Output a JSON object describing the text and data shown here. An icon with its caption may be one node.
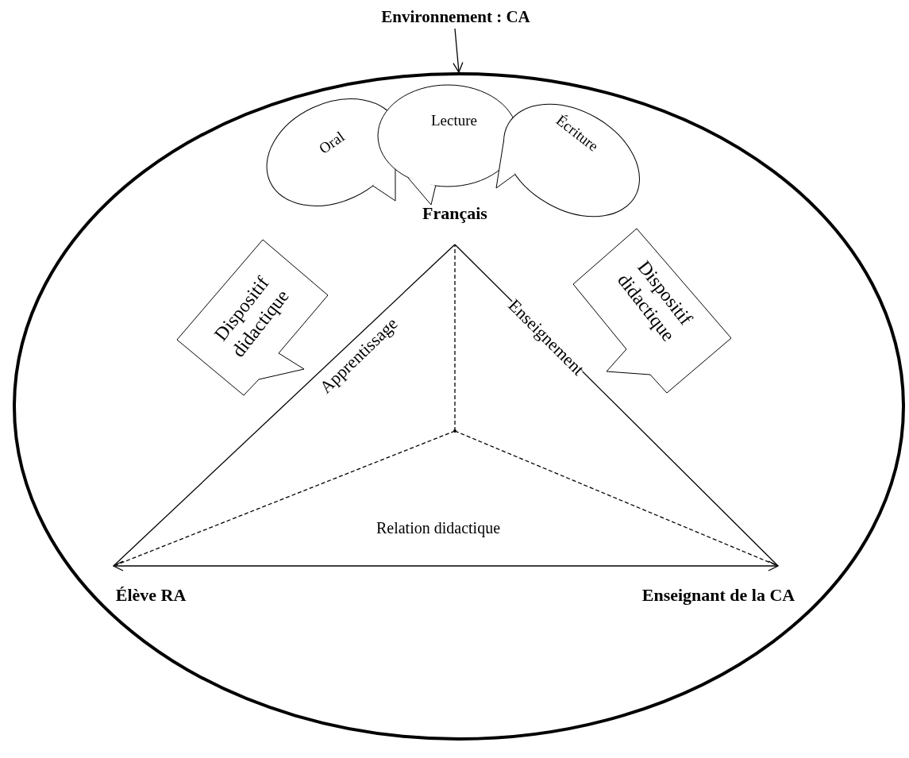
{
  "diagram": {
    "nodes": [
      {
        "text": [
          "Environnement : CA"
        ]
      },
      {
        "text": [],
        "shape": "ellipse"
      },
      {
        "text": [
          "Oral"
        ],
        "in": 1
      },
      {
        "text": [
          "Lecture"
        ],
        "in": 1
      },
      {
        "text": [
          "Écriture"
        ],
        "in": 1
      },
      {
        "text": [
          "Français"
        ],
        "in": 1
      },
      {
        "text": [
          "Dispositif didactique"
        ],
        "in": 1
      },
      {
        "text": [
          "Dispositif didactique"
        ],
        "in": 1
      },
      {
        "text": [
          "Élève RA"
        ],
        "in": 1
      },
      {
        "text": [
          "Enseignant de la CA"
        ],
        "in": 1
      },
      {
        "text": [],
        "shape": "point",
        "in": 1
      }
    ],
    "edges": [
      {
        "from": 0,
        "to": 1,
        "arrow": "to"
      },
      {
        "from": 5,
        "to": 8,
        "arrow": "none",
        "label": "Apprentissage"
      },
      {
        "from": 5,
        "to": 9,
        "arrow": "none",
        "label": "Enseignement"
      },
      {
        "from": 8,
        "to": 9,
        "arrow": "both"
      },
      {
        "from": 10,
        "to": 5,
        "arrow": "none",
        "style": "dashed"
      },
      {
        "from": 10,
        "to": 8,
        "arrow": "none",
        "style": "dashed"
      },
      {
        "from": 10,
        "to": 9,
        "arrow": "none",
        "style": "dashed"
      }
    ],
    "labels": [
      "Relation didactique"
    ]
  }
}
